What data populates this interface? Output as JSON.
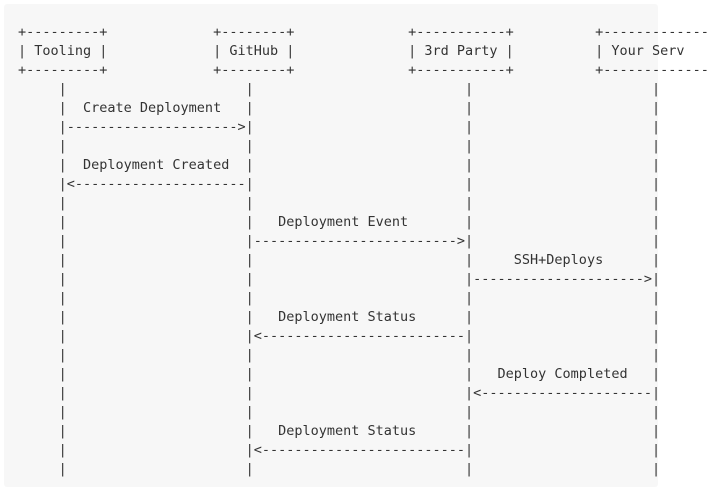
{
  "diagram": {
    "participants": [
      "Tooling",
      "GitHub",
      "3rd Party",
      "Your Serv"
    ],
    "messages": [
      {
        "label": "Create Deployment",
        "from": "Tooling",
        "to": "GitHub"
      },
      {
        "label": "Deployment Created",
        "from": "GitHub",
        "to": "Tooling"
      },
      {
        "label": "Deployment Event",
        "from": "GitHub",
        "to": "3rd Party"
      },
      {
        "label": "SSH+Deploys",
        "from": "3rd Party",
        "to": "Your Serv"
      },
      {
        "label": "Deployment Status",
        "from": "3rd Party",
        "to": "GitHub"
      },
      {
        "label": "Deploy Completed",
        "from": "Your Serv",
        "to": "3rd Party"
      },
      {
        "label": "Deployment Status",
        "from": "3rd Party",
        "to": "GitHub"
      }
    ],
    "lines": [
      "+---------+             +--------+              +-----------+          +-------------",
      "| Tooling |             | GitHub |              | 3rd Party |          | Your Serv",
      "+---------+             +--------+              +-----------+          +-------------",
      "     |                      |                          |                      |",
      "     |  Create Deployment   |                          |                      |",
      "     |--------------------->|                          |                      |",
      "     |                      |                          |                      |",
      "     |  Deployment Created  |                          |                      |",
      "     |<---------------------|                          |                      |",
      "     |                      |                          |                      |",
      "     |                      |   Deployment Event       |                      |",
      "     |                      |------------------------->|                      |",
      "     |                      |                          |     SSH+Deploys      |",
      "     |                      |                          |--------------------->|",
      "     |                      |                          |                      |",
      "     |                      |   Deployment Status      |                      |",
      "     |                      |<-------------------------|                      |",
      "     |                      |                          |                      |",
      "     |                      |                          |   Deploy Completed   |",
      "     |                      |                          |<---------------------|",
      "     |                      |                          |                      |",
      "     |                      |   Deployment Status      |                      |",
      "     |                      |<-------------------------|                      |",
      "     |                      |                          |                      |"
    ]
  }
}
